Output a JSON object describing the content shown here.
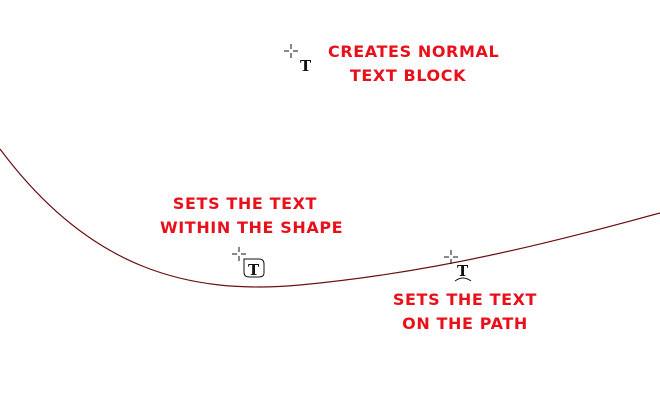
{
  "colors": {
    "annotation": "#e8101a",
    "path": "#6b0f12",
    "cursor": "#111111"
  },
  "cursors": {
    "normal": "text-cursor-icon",
    "shape": "text-in-shape-cursor-icon",
    "path": "text-on-path-cursor-icon"
  },
  "annotations": {
    "normal": {
      "line1": "Creates normal",
      "line2": "text block"
    },
    "shape": {
      "line1": "Sets the text",
      "line2": "within the shape"
    },
    "path": {
      "line1": "Sets the text",
      "line2": "on the path"
    }
  }
}
